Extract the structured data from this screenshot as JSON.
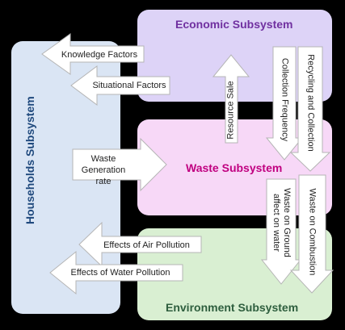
{
  "subsystems": {
    "economic": "Economic Subsystem",
    "households": "Households Subsystem",
    "waste": "Waste Subsystem",
    "environment": "Environment Subsystem"
  },
  "arrows": {
    "knowledge_factors": "Knowledge Factors",
    "situational_factors": "Situational Factors",
    "waste_generation_rate": "Waste Generation rate",
    "resource_sale": "Resource Sale",
    "collection_frequency": "Collection Frequency",
    "recycling_and_collection": "Recycling and Collection",
    "waste_on_ground": "Waste on Ground affect on water",
    "waste_on_combustion": "Waste on Combustion",
    "effects_of_air_pollution": "Effects of Air Pollution",
    "effects_of_water_pollution": "Effects of Water Pollution"
  },
  "colors": {
    "economic": "#ddd3f7",
    "households": "#dae5f4",
    "waste": "#f7d8f7",
    "environment": "#d9efd2",
    "economic_title": "#7030a0",
    "households_title": "#1f497d",
    "waste_title": "#c00080",
    "environment_title": "#2e5e3e"
  }
}
